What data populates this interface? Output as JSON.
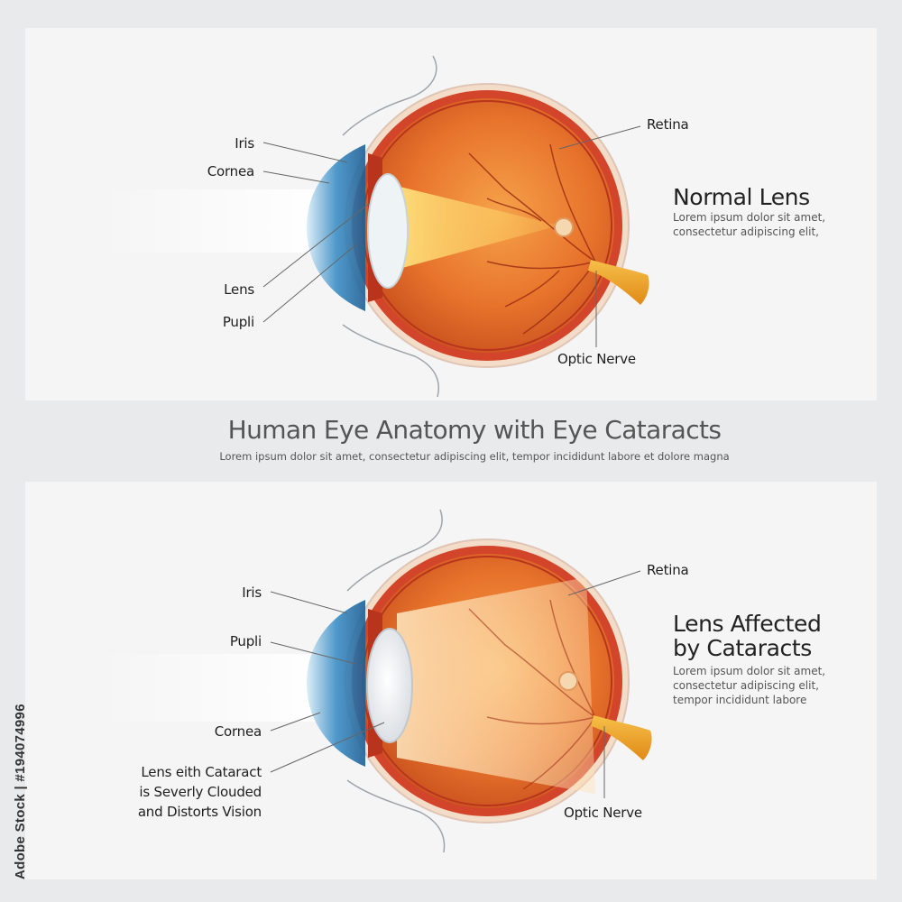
{
  "title": "Human Eye Anatomy with Eye Cataracts",
  "subtitle": "Lorem ipsum dolor sit amet, consectetur adipiscing elit, tempor incididunt labore et dolore magna",
  "stock_id": "Adobe Stock | #194074996",
  "colors": {
    "background": "#e9eaeb",
    "panel": "#f5f5f6",
    "eyeball": "#e8742c",
    "sclera_rim": "#d2452a",
    "cornea_blue": "#2d7fb8",
    "optic_nerve": "#f0a82a",
    "label_line": "#666666"
  },
  "top": {
    "heading": "Normal Lens",
    "desc": [
      "Lorem ipsum dolor sit amet,",
      "consectetur adipiscing elit,"
    ],
    "labels": {
      "iris": "Iris",
      "cornea": "Cornea",
      "lens": "Lens",
      "pupil": "Pupli",
      "retina": "Retina",
      "optic_nerve": "Optic Nerve"
    }
  },
  "bottom": {
    "heading": [
      "Lens Affected",
      "by Cataracts"
    ],
    "desc": [
      "Lorem ipsum dolor sit amet,",
      "consectetur adipiscing elit,",
      "tempor incididunt labore"
    ],
    "labels": {
      "iris": "Iris",
      "pupil": "Pupli",
      "cornea": "Cornea",
      "lens_cataract": [
        "Lens eith Cataract",
        "is Severly Clouded",
        "and Distorts Vision"
      ],
      "retina": "Retina",
      "optic_nerve": "Optic Nerve"
    }
  }
}
